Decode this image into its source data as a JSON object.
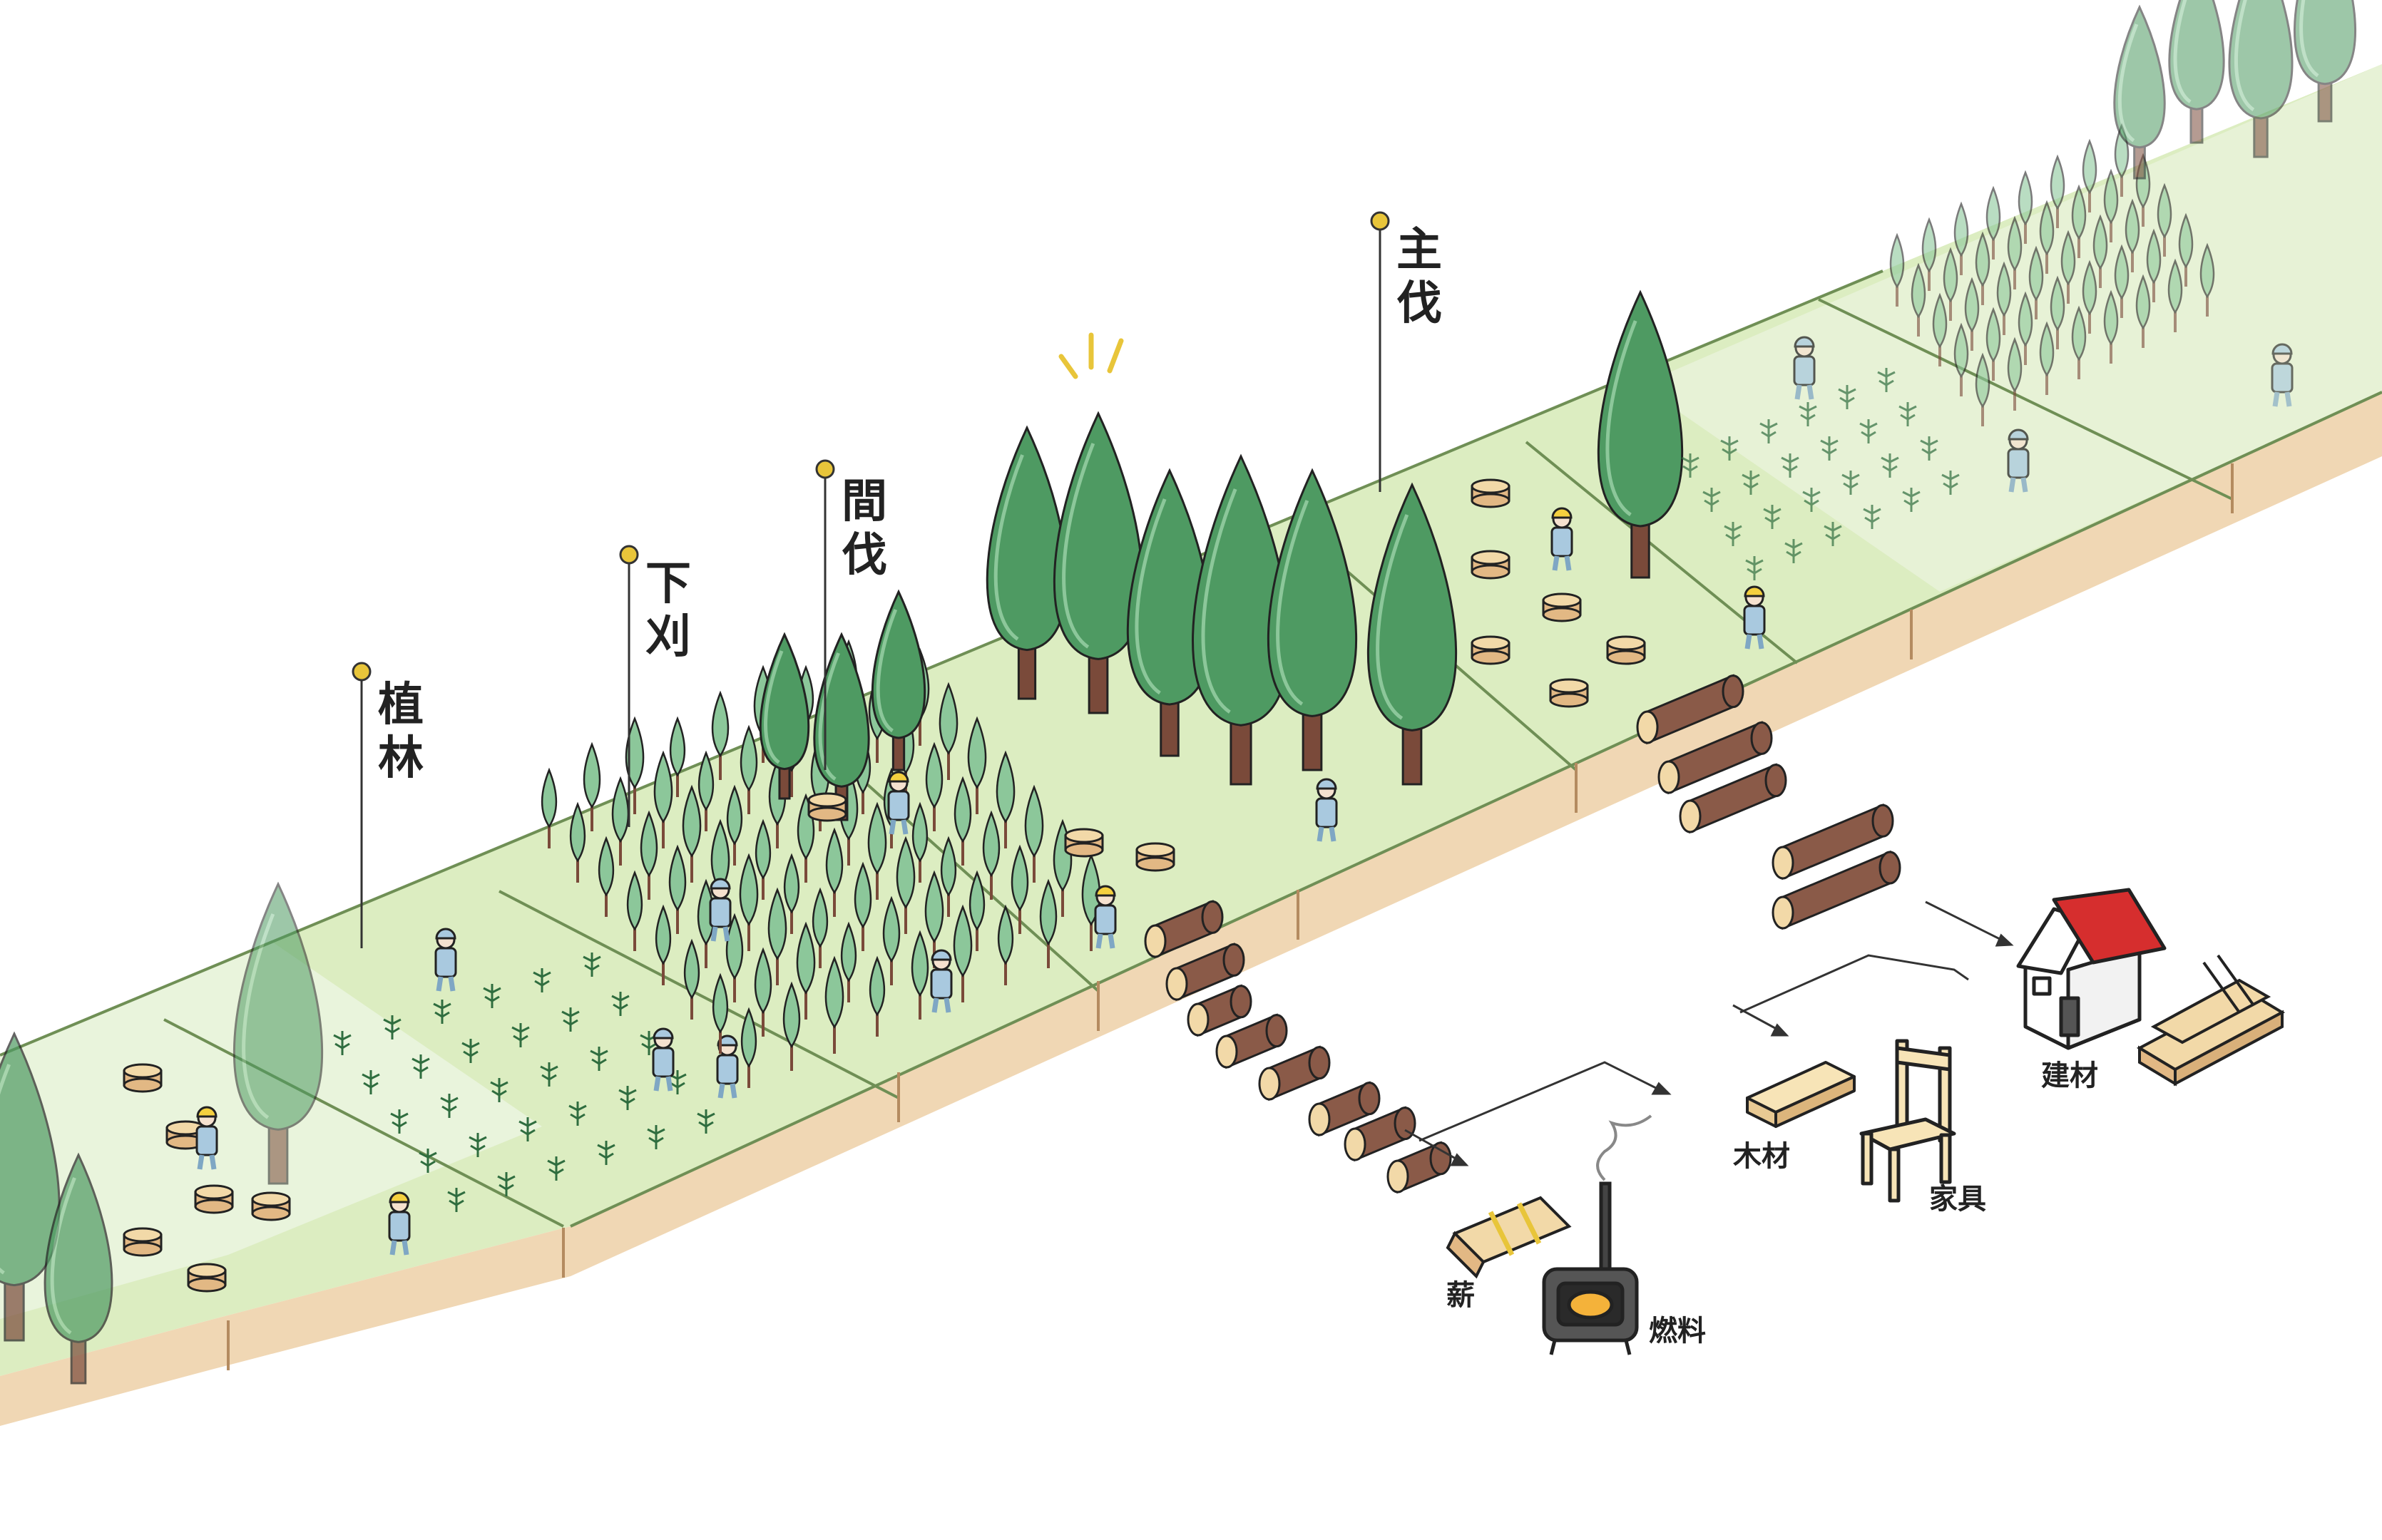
{
  "stages": {
    "planting": "植林",
    "weeding": "下刈",
    "thinning": "間伐",
    "final_harvest": "主伐"
  },
  "products": {
    "firewood": "薪",
    "fuel": "燃料",
    "lumber": "木材",
    "furniture": "家具",
    "building_material": "建材"
  },
  "colors": {
    "grass": "#dcedc1",
    "grass_light": "#eaf4da",
    "grass_fade": "#f1f6ea",
    "soil": "#f0d7b4",
    "tree": "#4e9a62",
    "tree_light": "#8cc79a",
    "trunk": "#7a4a3a",
    "log": "#8a5a48",
    "log_end": "#f2d9a8",
    "worker": "#a9c9df",
    "helmet": "#f4d03f",
    "roof": "#d62e2e",
    "pin": "#e8c53a"
  },
  "icons": [
    "house-icon",
    "chair-icon",
    "stove-icon",
    "firewood-bundle-icon",
    "lumber-stack-icon",
    "lumber-plank-icon",
    "chainsaw-icon",
    "attention-burst-icon"
  ]
}
